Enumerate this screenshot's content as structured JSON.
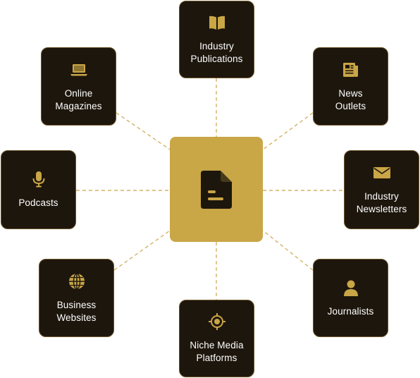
{
  "colors": {
    "node_background": "#1d160d",
    "node_border": "#6b5528",
    "accent_gold": "#c9a646",
    "connector": "#d4b265",
    "label_text": "#ffffff"
  },
  "hub": {
    "icon": "document-icon"
  },
  "nodes": {
    "industry_publications": {
      "label": "Industry\nPublications",
      "icon": "open-book-icon"
    },
    "online_magazines": {
      "label": "Online\nMagazines",
      "icon": "laptop-icon"
    },
    "news_outlets": {
      "label": "News\nOutlets",
      "icon": "newspaper-icon"
    },
    "podcasts": {
      "label": "Podcasts",
      "icon": "microphone-icon"
    },
    "industry_newsletters": {
      "label": "Industry\nNewsletters",
      "icon": "envelope-icon"
    },
    "business_websites": {
      "label": "Business\nWebsites",
      "icon": "globe-icon"
    },
    "journalists": {
      "label": "Journalists",
      "icon": "person-icon"
    },
    "niche_media": {
      "label": "Niche Media\nPlatforms",
      "icon": "target-icon"
    }
  }
}
